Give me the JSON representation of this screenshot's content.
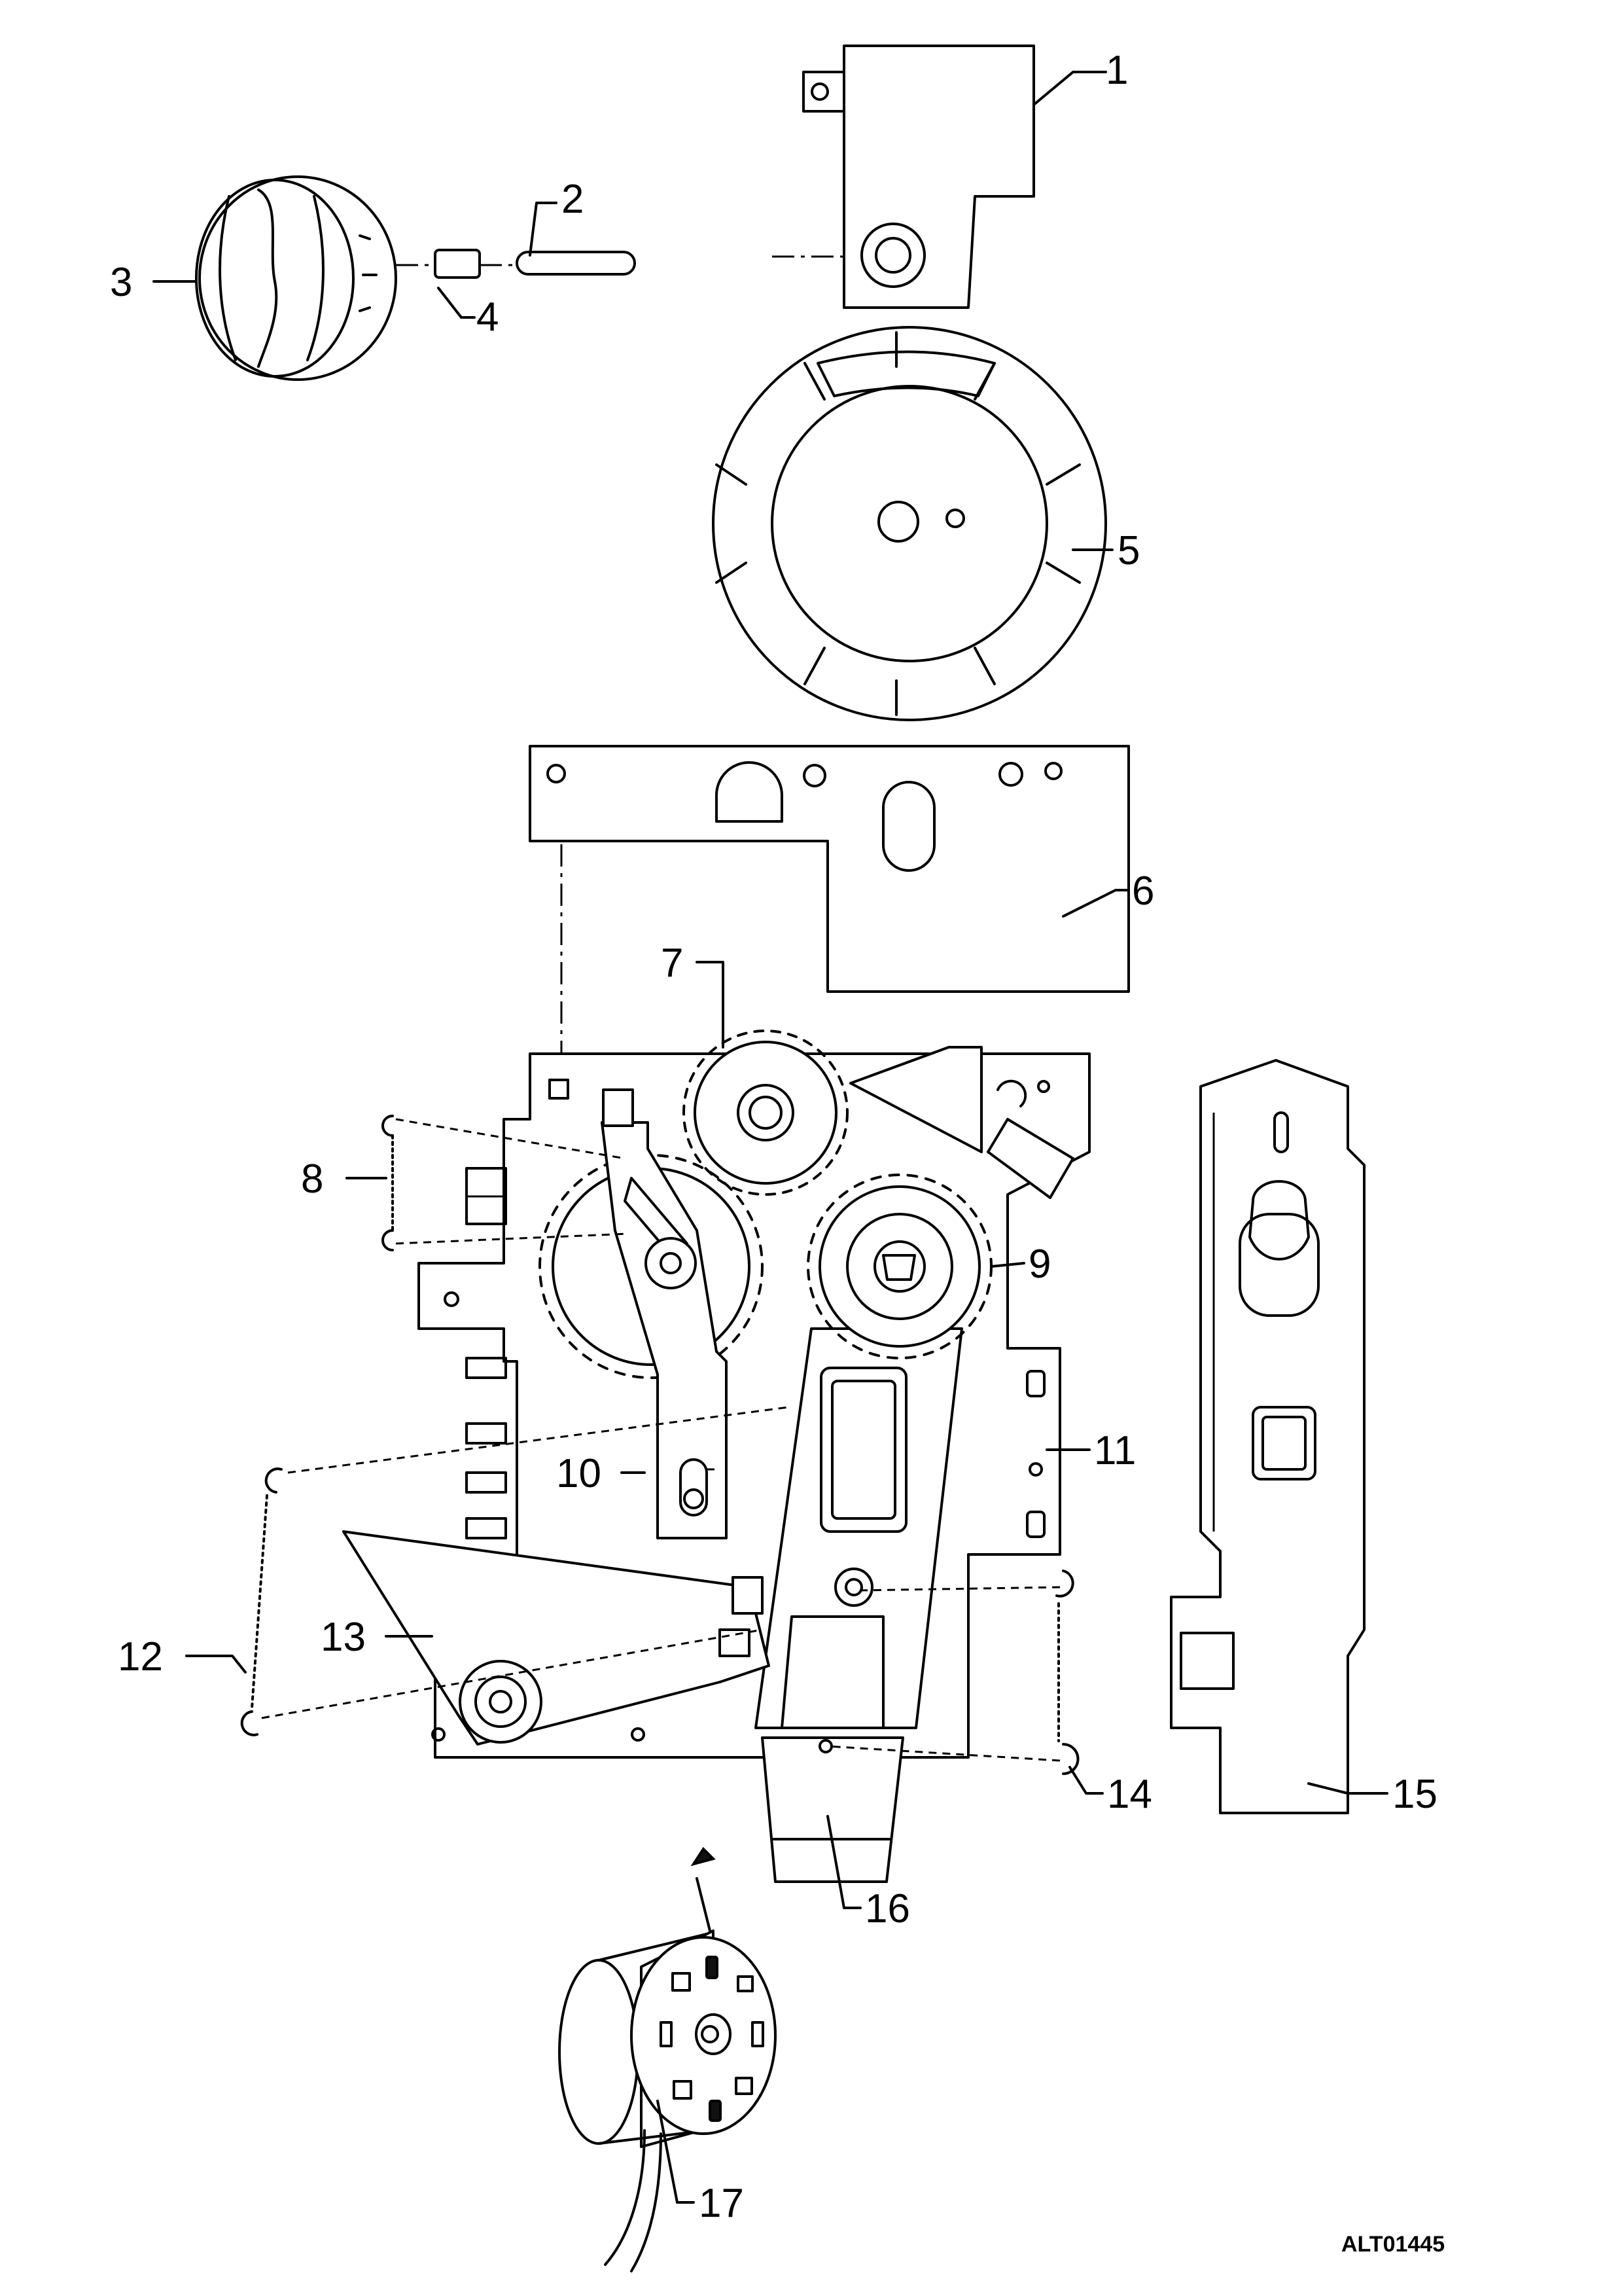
{
  "callouts": [
    {
      "id": "1",
      "text": "1"
    },
    {
      "id": "2",
      "text": "2"
    },
    {
      "id": "3",
      "text": "3"
    },
    {
      "id": "4",
      "text": "4"
    },
    {
      "id": "5",
      "text": "5"
    },
    {
      "id": "6",
      "text": "6"
    },
    {
      "id": "7",
      "text": "7"
    },
    {
      "id": "8",
      "text": "8"
    },
    {
      "id": "9",
      "text": "9"
    },
    {
      "id": "10",
      "text": "10"
    },
    {
      "id": "11",
      "text": "11"
    },
    {
      "id": "12",
      "text": "12"
    },
    {
      "id": "13",
      "text": "13"
    },
    {
      "id": "14",
      "text": "14"
    },
    {
      "id": "15",
      "text": "15"
    },
    {
      "id": "16",
      "text": "16"
    },
    {
      "id": "17",
      "text": "17"
    }
  ],
  "figure_code": "ALT01445",
  "colors": {
    "ink": "#000000",
    "paper": "#ffffff"
  }
}
